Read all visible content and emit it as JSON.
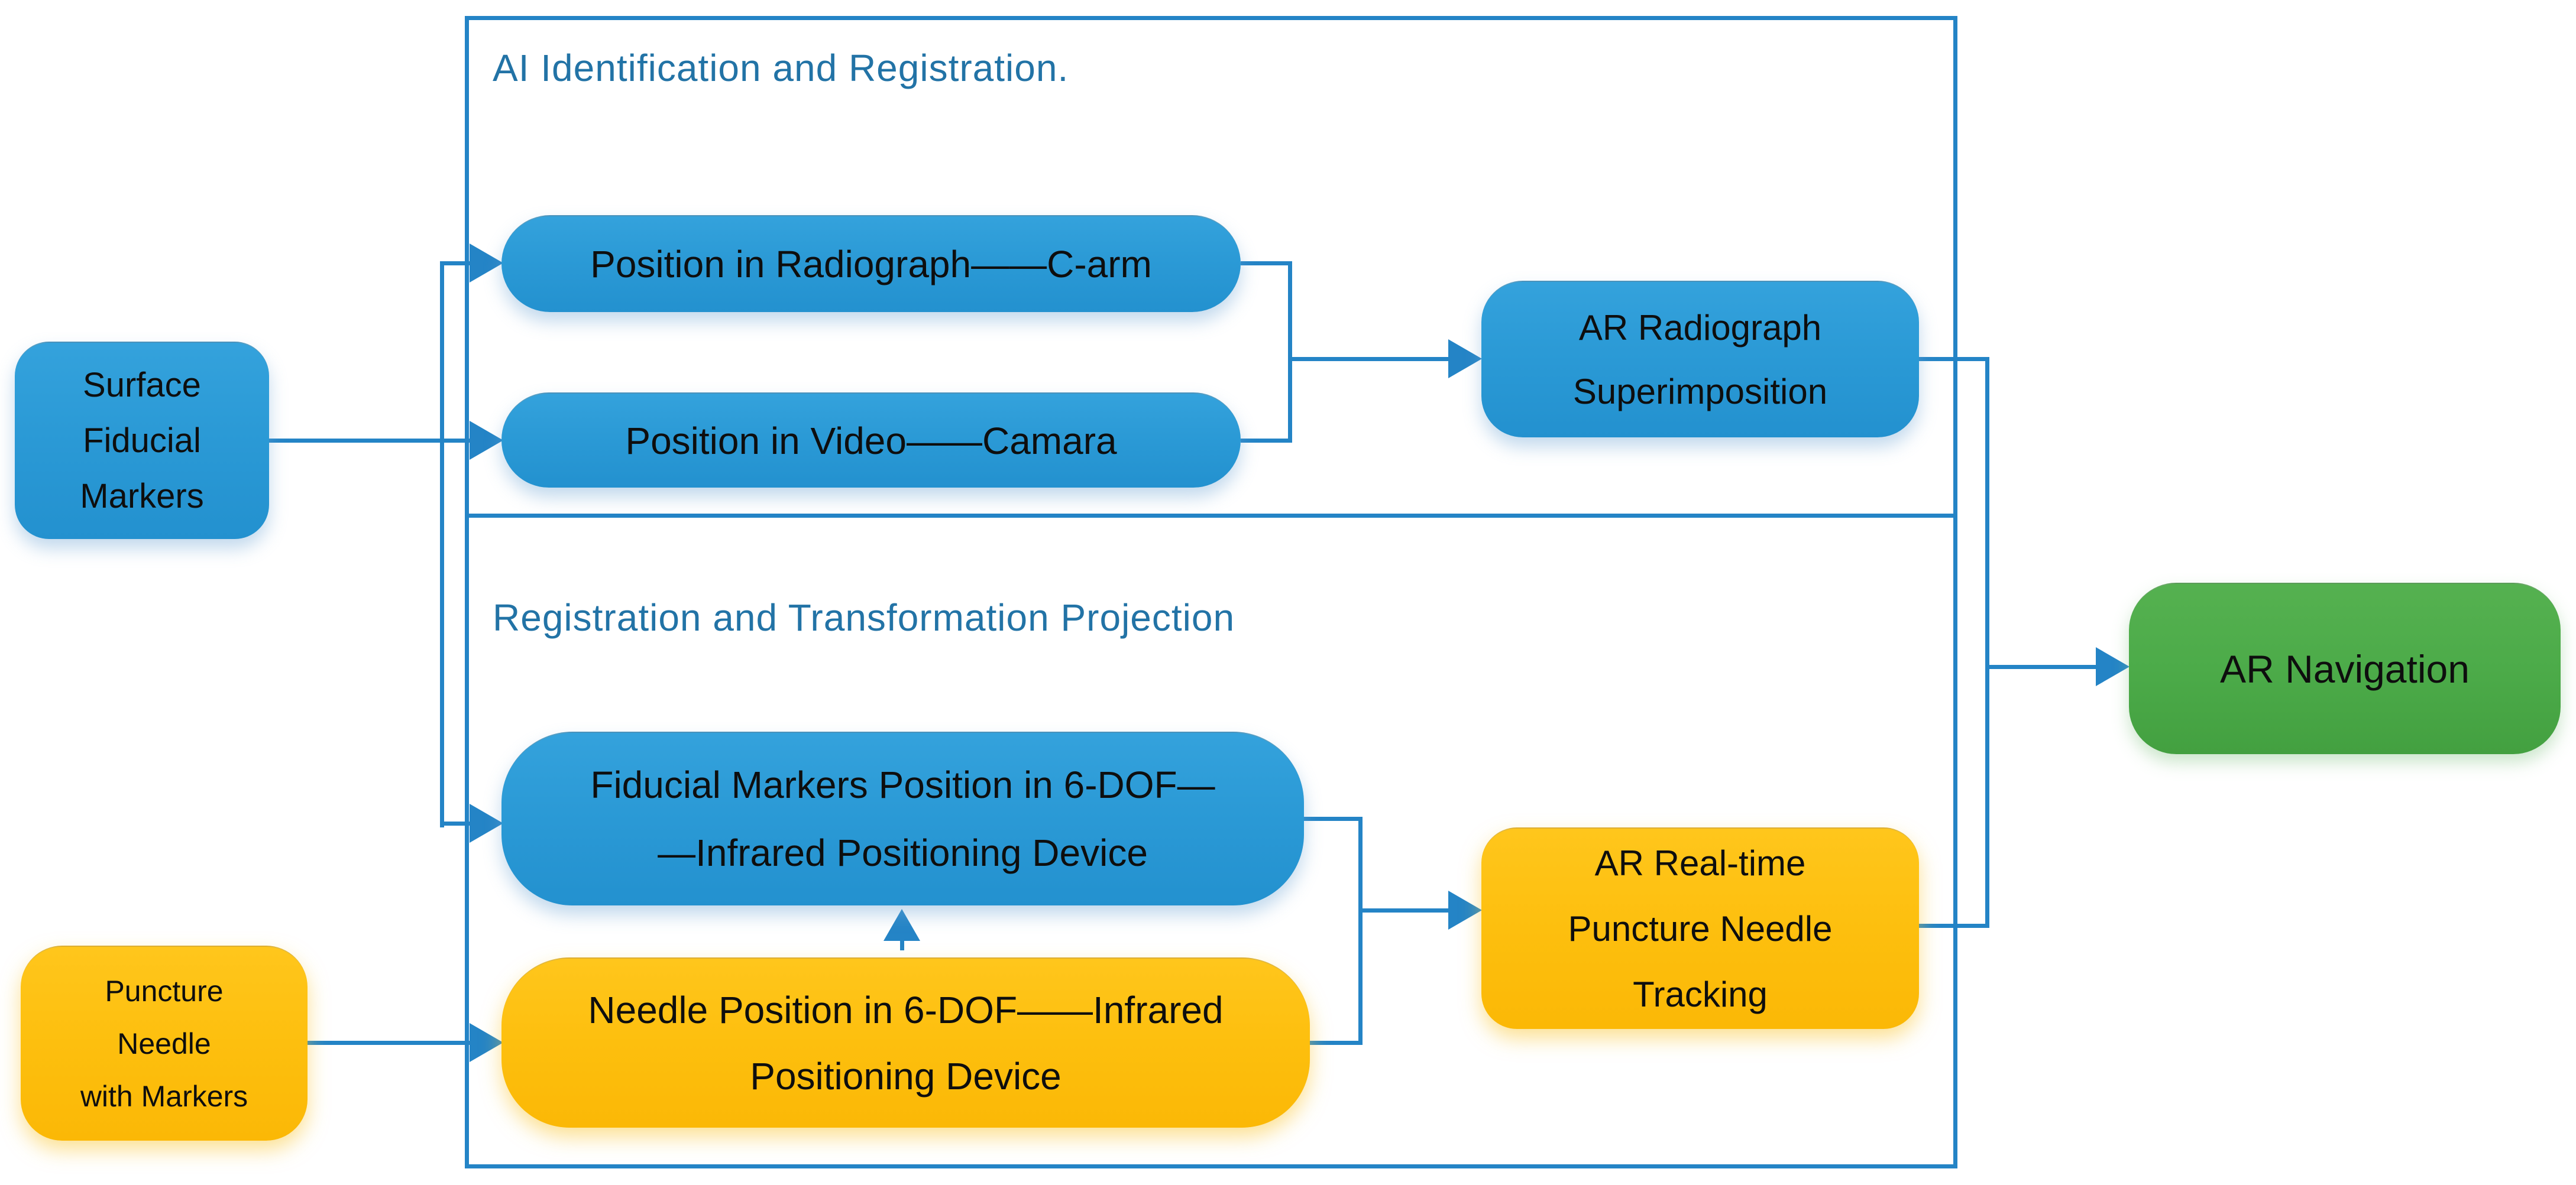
{
  "diagram": {
    "title": "AR navigation workflow diagram",
    "sections": {
      "ai": {
        "title": "AI Identification and Registration."
      },
      "registration": {
        "title": "Registration and Transformation Projection"
      }
    },
    "nodes": {
      "surface_fiducial_markers": {
        "lines": [
          "Surface",
          "Fiducial",
          "Markers"
        ],
        "color": "blue"
      },
      "puncture_needle_with_markers": {
        "lines": [
          "Puncture",
          "Needle",
          "with Markers"
        ],
        "color": "yellow"
      },
      "position_in_radiograph": {
        "label": "Position in Radiograph——C-arm",
        "color": "blue"
      },
      "position_in_video": {
        "label": "Position in Video——Camara",
        "color": "blue"
      },
      "ar_radiograph_superimposition": {
        "lines": [
          "AR Radiograph",
          "Superimposition"
        ],
        "color": "blue"
      },
      "fiducial_markers_position": {
        "lines": [
          "Fiducial Markers Position in 6-DOF—",
          "—Infrared Positioning Device"
        ],
        "color": "blue"
      },
      "needle_position": {
        "lines": [
          "Needle Position in 6-DOF——Infrared",
          "Positioning Device"
        ],
        "color": "yellow"
      },
      "ar_realtime_tracking": {
        "lines": [
          "AR Real-time",
          "Puncture Needle",
          "Tracking"
        ],
        "color": "yellow"
      },
      "ar_navigation": {
        "label": "AR Navigation",
        "color": "green"
      }
    },
    "colors": {
      "node_blue": "#2b9ad6",
      "node_yellow": "#fdbf0e",
      "node_green": "#4cab49",
      "connector_blue": "#2484c6",
      "section_title_blue": "#2273a6",
      "node_text": "#0e0e0e"
    }
  }
}
